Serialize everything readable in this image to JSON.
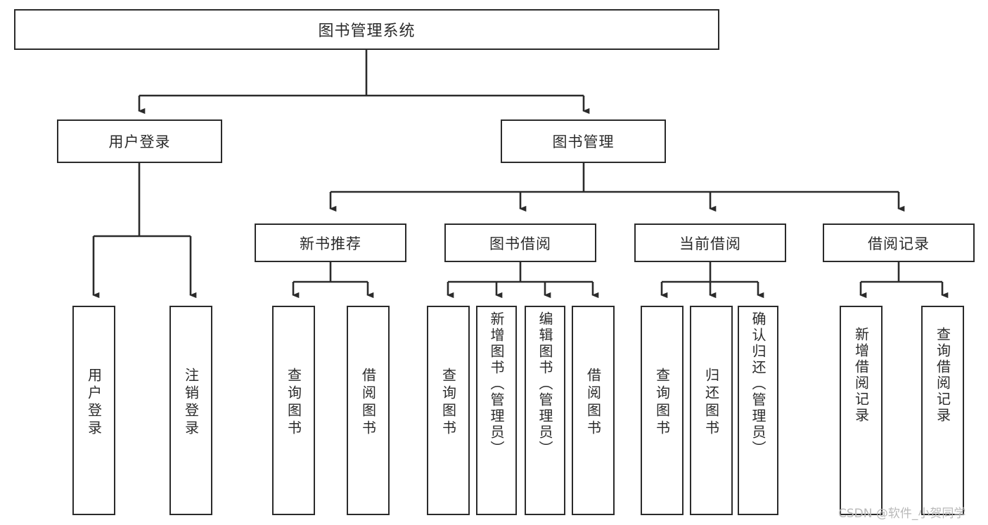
{
  "diagram": {
    "type": "tree",
    "title": "图书管理系统",
    "root": {
      "label": "图书管理系统"
    },
    "level2": [
      {
        "id": "user-login",
        "label": "用户登录"
      },
      {
        "id": "book-manage",
        "label": "图书管理"
      }
    ],
    "level3": [
      {
        "id": "new-book-recommend",
        "label": "新书推荐"
      },
      {
        "id": "book-borrow",
        "label": "图书借阅"
      },
      {
        "id": "current-borrow",
        "label": "当前借阅"
      },
      {
        "id": "borrow-record",
        "label": "借阅记录"
      }
    ],
    "leaves": [
      {
        "id": "leaf-user-login",
        "label": "用户登录",
        "parent": "用户登录"
      },
      {
        "id": "leaf-logout",
        "label": "注销登录",
        "parent": "用户登录"
      },
      {
        "id": "leaf-query-book-1",
        "label": "查询图书",
        "parent": "新书推荐"
      },
      {
        "id": "leaf-borrow-book-1",
        "label": "借阅图书",
        "parent": "新书推荐"
      },
      {
        "id": "leaf-query-book-2",
        "label": "查询图书",
        "parent": "图书借阅"
      },
      {
        "id": "leaf-add-book",
        "label": "新增图书（管理员）",
        "parent": "图书借阅"
      },
      {
        "id": "leaf-edit-book",
        "label": "编辑图书（管理员）",
        "parent": "图书借阅"
      },
      {
        "id": "leaf-borrow-book-2",
        "label": "借阅图书",
        "parent": "图书借阅"
      },
      {
        "id": "leaf-query-book-3",
        "label": "查询图书",
        "parent": "当前借阅"
      },
      {
        "id": "leaf-return-book",
        "label": "归还图书",
        "parent": "当前借阅"
      },
      {
        "id": "leaf-confirm-return",
        "label": "确认归还（管理员）",
        "parent": "当前借阅"
      },
      {
        "id": "leaf-add-record",
        "label": "新增借阅记录",
        "parent": "借阅记录"
      },
      {
        "id": "leaf-query-record",
        "label": "查询借阅记录",
        "parent": "借阅记录"
      }
    ],
    "colors": {
      "line": "#2b2b2b",
      "box_border": "#2b2b2b",
      "box_fill": "#ffffff",
      "text": "#2b2b2b",
      "watermark": "#b9b9b9"
    }
  },
  "watermark": {
    "text": "CSDN @软件_小贺同学"
  }
}
